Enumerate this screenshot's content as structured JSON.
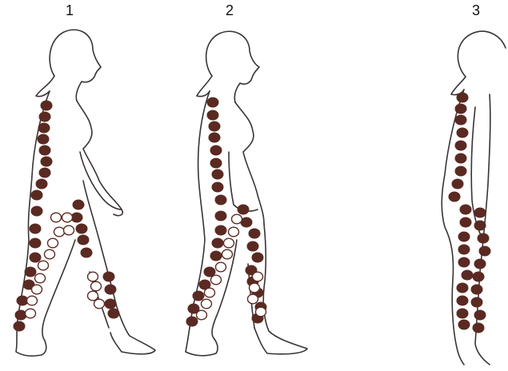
{
  "panels": [
    {
      "number": "1"
    },
    {
      "number": "2"
    },
    {
      "number": "3"
    }
  ],
  "colors": {
    "outline": "#3a3333",
    "filled_dot": "#5a2a22",
    "open_dot_stroke": "#5a2a22",
    "background": "#ffffff"
  }
}
